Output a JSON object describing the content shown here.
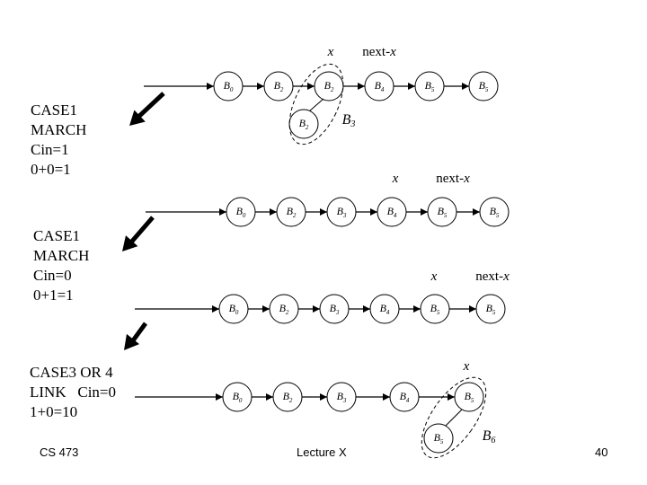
{
  "cases": [
    {
      "lines": [
        "CASE1",
        "MARCH",
        "Cin=1",
        "0+0=1"
      ]
    },
    {
      "lines": [
        "CASE1",
        "MARCH",
        "Cin=0",
        "0+1=1"
      ]
    },
    {
      "lines": [
        "CASE3 OR 4",
        "LINK   Cin=0",
        "1+0=10"
      ]
    }
  ],
  "rows": [
    {
      "nodes": [
        {
          "base": "B",
          "sub": "0"
        },
        {
          "base": "B",
          "sub": "2"
        },
        {
          "base": "B",
          "sub": "2"
        },
        {
          "base": "B",
          "sub": "4"
        },
        {
          "base": "B",
          "sub": "5"
        },
        {
          "base": "B",
          "sub": "5"
        }
      ],
      "extra_node": {
        "base": "B",
        "sub": "2"
      },
      "result": {
        "base": "B",
        "sub": "3"
      },
      "x_label": "x",
      "next_label": "next-x"
    },
    {
      "nodes": [
        {
          "base": "B",
          "sub": "0"
        },
        {
          "base": "B",
          "sub": "2"
        },
        {
          "base": "B",
          "sub": "3"
        },
        {
          "base": "B",
          "sub": "4"
        },
        {
          "base": "B",
          "sub": "5"
        },
        {
          "base": "B",
          "sub": "5"
        }
      ],
      "x_label": "x",
      "next_label": "next-x"
    },
    {
      "nodes": [
        {
          "base": "B",
          "sub": "0"
        },
        {
          "base": "B",
          "sub": "2"
        },
        {
          "base": "B",
          "sub": "3"
        },
        {
          "base": "B",
          "sub": "4"
        },
        {
          "base": "B",
          "sub": "5"
        },
        {
          "base": "B",
          "sub": "5"
        }
      ],
      "x_label": "x",
      "next_label": "next-x"
    },
    {
      "nodes": [
        {
          "base": "B",
          "sub": "0"
        },
        {
          "base": "B",
          "sub": "2"
        },
        {
          "base": "B",
          "sub": "3"
        },
        {
          "base": "B",
          "sub": "4"
        },
        {
          "base": "B",
          "sub": "5"
        }
      ],
      "extra_node": {
        "base": "B",
        "sub": "5"
      },
      "result": {
        "base": "B",
        "sub": "6"
      },
      "x_label": "x"
    }
  ],
  "footer": {
    "left": "CS 473",
    "center": "Lecture X",
    "right": "40"
  }
}
